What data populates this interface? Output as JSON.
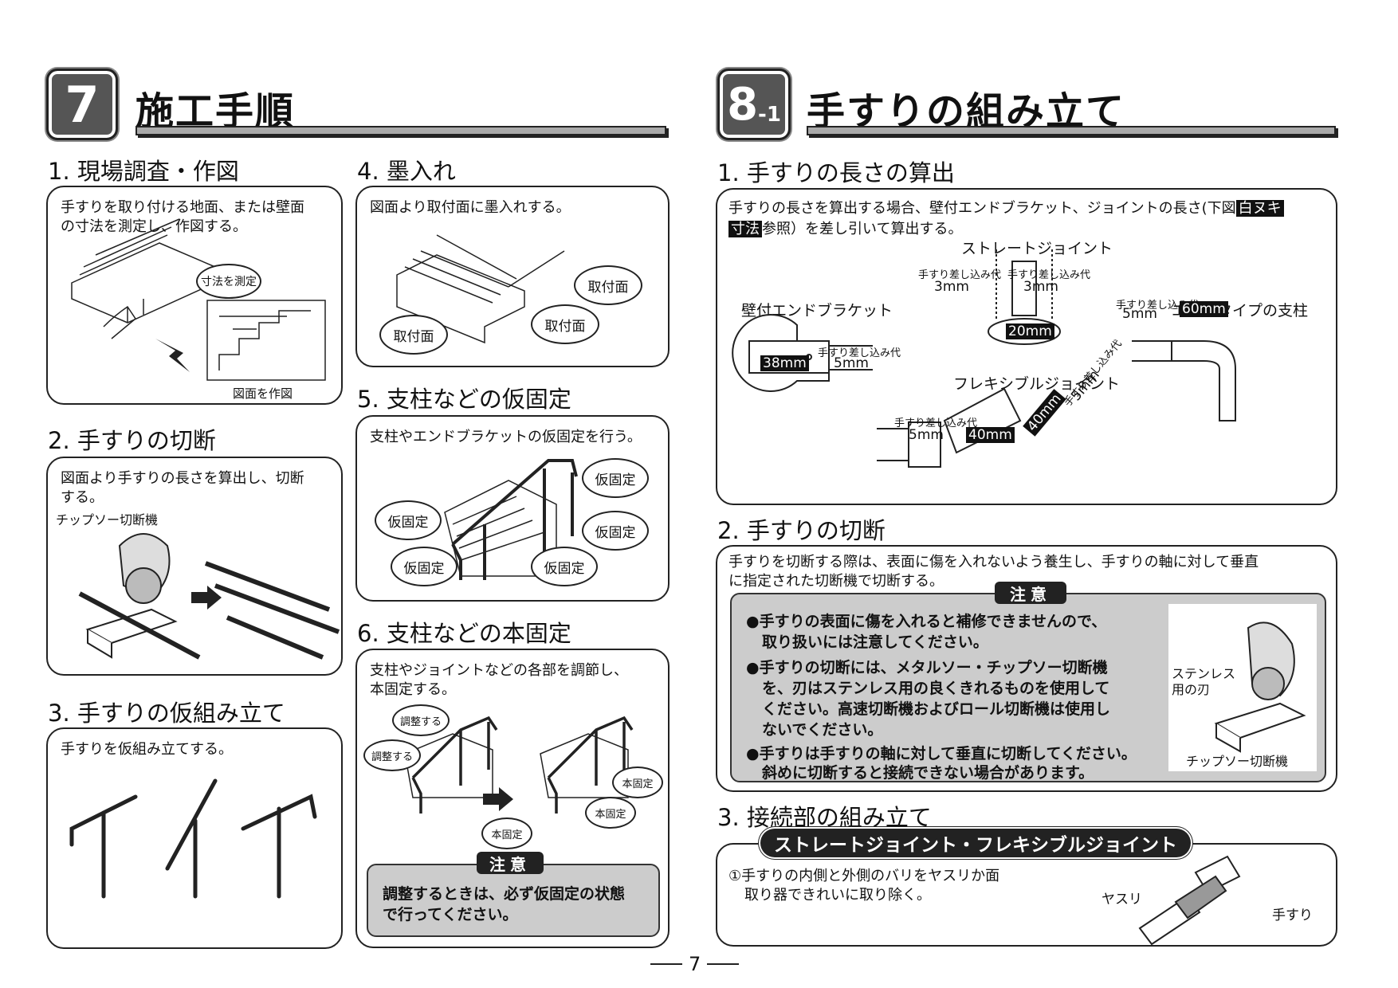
{
  "left": {
    "badge": "7",
    "title": "施工手順",
    "s1": {
      "heading": "1. 現場調査・作図",
      "text1": "手すりを取り付ける地面、または壁面",
      "text2": "の寸法を測定し、作図する。",
      "bubble": "寸法を測定",
      "caption": "図面を作図"
    },
    "s2": {
      "heading": "2. 手すりの切断",
      "text1": "図面より手すりの長さを算出し、切断",
      "text2": "する。",
      "label": "チップソー切断機"
    },
    "s3": {
      "heading": "3. 手すりの仮組み立て",
      "text": "手すりを仮組み立てする。"
    },
    "s4": {
      "heading": "4. 墨入れ",
      "text": "図面より取付面に墨入れする。",
      "b1": "取付面",
      "b2": "取付面",
      "b3": "取付面"
    },
    "s5": {
      "heading": "5. 支柱などの仮固定",
      "text": "支柱やエンドブラケットの仮固定を行う。",
      "b1": "仮固定",
      "b2": "仮固定",
      "b3": "仮固定",
      "b4": "仮固定",
      "b5": "仮固定"
    },
    "s6": {
      "heading": "6. 支柱などの本固定",
      "text1": "支柱やジョイントなどの各部を調節し、",
      "text2": "本固定する。",
      "adj1": "調整する",
      "adj2": "調整する",
      "f1": "本固定",
      "f2": "本固定",
      "f3": "本固定",
      "caution_tag": "注意",
      "caution1": "調整するときは、必ず仮固定の状態",
      "caution2": "で行ってください。"
    }
  },
  "right": {
    "badge_main": "8",
    "badge_sub": "-1",
    "title": "手すりの組み立て",
    "s1": {
      "heading": "1. 手すりの長さの算出",
      "text1a": "手すりの長さを算出する場合、壁付エンドブラケット、ジョイントの長さ(下図",
      "text1b": "白ヌキ",
      "text2a": "寸法",
      "text2b": "参照）を差し引いて算出する。",
      "straight": "ストレートジョイント",
      "wall": "壁付エンドブラケット",
      "endpost": "エンドタイプの支柱",
      "flex": "フレキシブルジョイント",
      "ins": "手すり差し込み代",
      "d3a": "3mm",
      "d3b": "3mm",
      "d20": "20mm",
      "d38": "38mm",
      "d5a": "5mm",
      "d5b": "5mm",
      "d60": "60mm",
      "d5c": "5mm",
      "d40a": "40mm",
      "d40b": "40mm",
      "d5d": "5mm"
    },
    "s2": {
      "heading": "2. 手すりの切断",
      "text1": "手すりを切断する際は、表面に傷を入れないよう養生し、手すりの軸に対して垂直",
      "text2": "に指定された切断機で切断する。",
      "caution_tag": "注意",
      "c1a": "●手すりの表面に傷を入れると補修できませんので、",
      "c1b": "取り扱いには注意してください。",
      "c2a": "●手すりの切断には、メタルソー・チップソー切断機",
      "c2b": "を、刃はステンレス用の良くきれるものを使用して",
      "c2c": "ください。高速切断機およびロール切断機は使用し",
      "c2d": "ないでください。",
      "c3a": "●手すりは手すりの軸に対して垂直に切断してください。",
      "c3b": "斜めに切断すると接続できない場合があります。",
      "blade1": "ステンレス",
      "blade2": "用の刃",
      "machine": "チップソー切断機"
    },
    "s3": {
      "heading": "3. 接続部の組み立て",
      "banner": "ストレートジョイント・フレキシブルジョイント",
      "text1": "①手すりの内側と外側のバリをヤスリか面",
      "text2": "取り器できれいに取り除く。",
      "file": "ヤスリ",
      "rail": "手すり"
    }
  },
  "page_number": "7"
}
